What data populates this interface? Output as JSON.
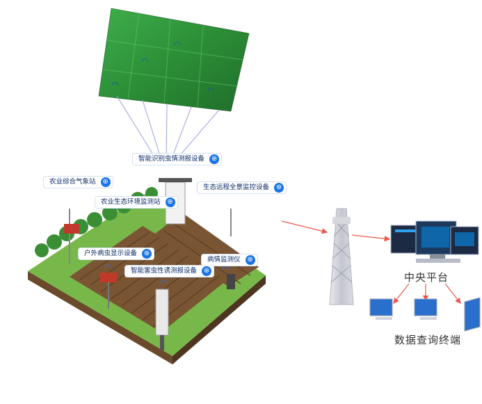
{
  "labels": {
    "drone_device": "智能识别虫情测报设备",
    "weather_station": "农业综合气象站",
    "eco_monitor_station": "农业生态环境监测站",
    "remote_monitor": "生态远程全景监控设备",
    "outdoor_display": "户外病虫显示设备",
    "pheromone_trap": "智能害虫性诱测报设备",
    "disease_monitor": "病情监测仪"
  },
  "platform": {
    "central": "中央平台",
    "terminal": "数据查询终端"
  },
  "icons": {
    "tag_icon": "globe-icon"
  },
  "colors": {
    "accent": "#1a73e8",
    "arrow": "#e8584a",
    "field_green": "#2f8f3a",
    "soil": "#6b4a2b"
  }
}
